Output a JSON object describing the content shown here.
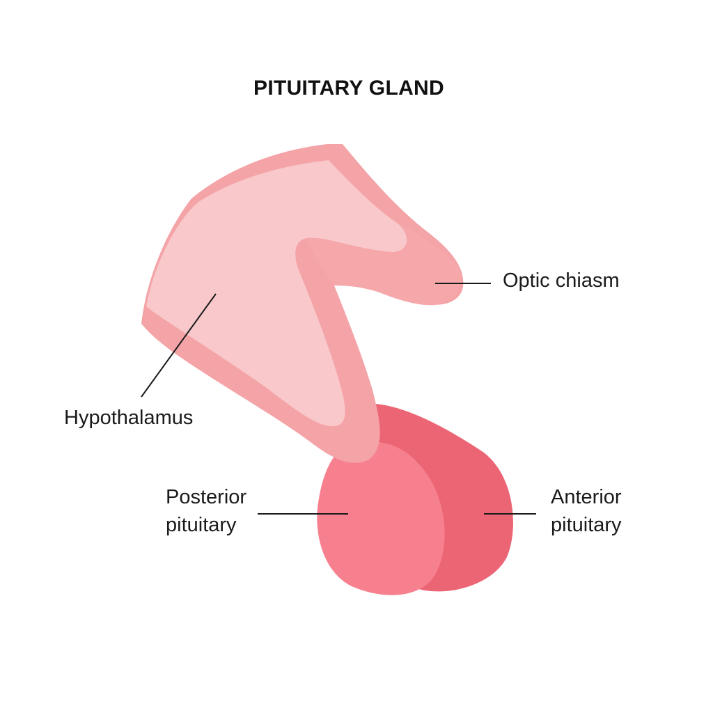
{
  "title": "PITUITARY GLAND",
  "labels": {
    "optic_chiasm": "Optic chiasm",
    "hypothalamus": "Hypothalamus",
    "posterior_line1": "Posterior",
    "posterior_line2": "pituitary",
    "anterior_line1": "Anterior",
    "anterior_line2": "pituitary"
  },
  "colors": {
    "hypothalamus_fill": "#f9c8cb",
    "hypothalamus_border": "#f4a3a7",
    "chiasm_fill": "#f5a7aa",
    "posterior_fill": "#f7808f",
    "anterior_fill": "#ec6574",
    "leader_line": "#1a1a1a",
    "title": "#111111"
  }
}
